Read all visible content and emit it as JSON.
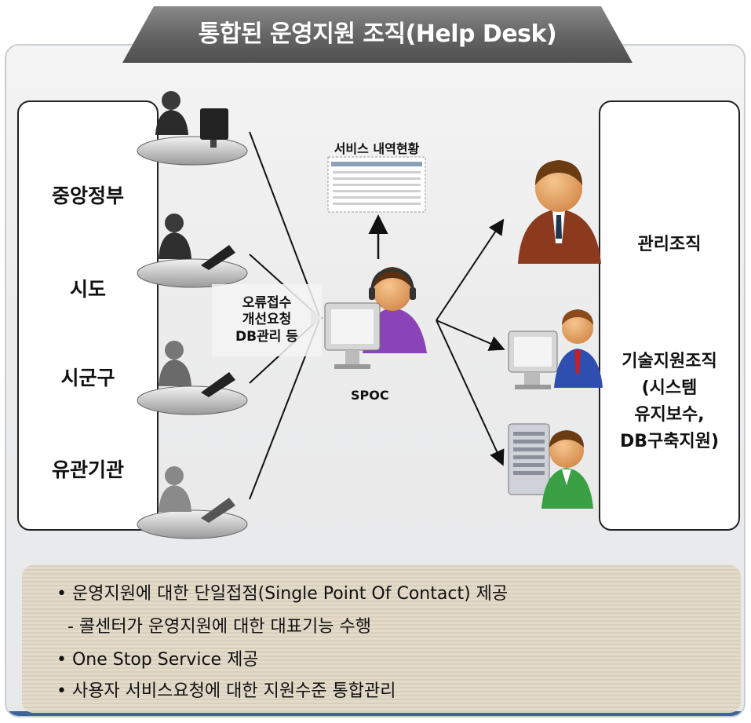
{
  "title": "통합된 운영지원 조직(Help Desk)",
  "left_orgs": [
    "중앙정부",
    "시도",
    "시군구",
    "유관기관"
  ],
  "caption": {
    "line1": "오류접수",
    "line2": "개선요청",
    "line3": "DB관리 등"
  },
  "service_status_title": "서비스 내역현황",
  "spoc_label": "SPOC",
  "right_orgs": {
    "management": "관리조직",
    "tech_line1": "기술지원조직",
    "tech_line2": "(시스템",
    "tech_line3": "유지보수,",
    "tech_line4": "DB구축지원)"
  },
  "bullets": [
    "• 운영지원에 대한 단일접점(Single Point Of Contact) 제공",
    "  - 콜센터가 운영지원에 대한 대표기능 수행",
    "• One Stop Service 제공",
    "• 사용자 서비스요청에 대한 지원수준 통합관리"
  ],
  "colors": {
    "title_bar": "#6a6a6a",
    "frame_border": "#c9cdd4",
    "bottom_panel": "#ded4c2",
    "accent_blue": "#3d6597"
  }
}
